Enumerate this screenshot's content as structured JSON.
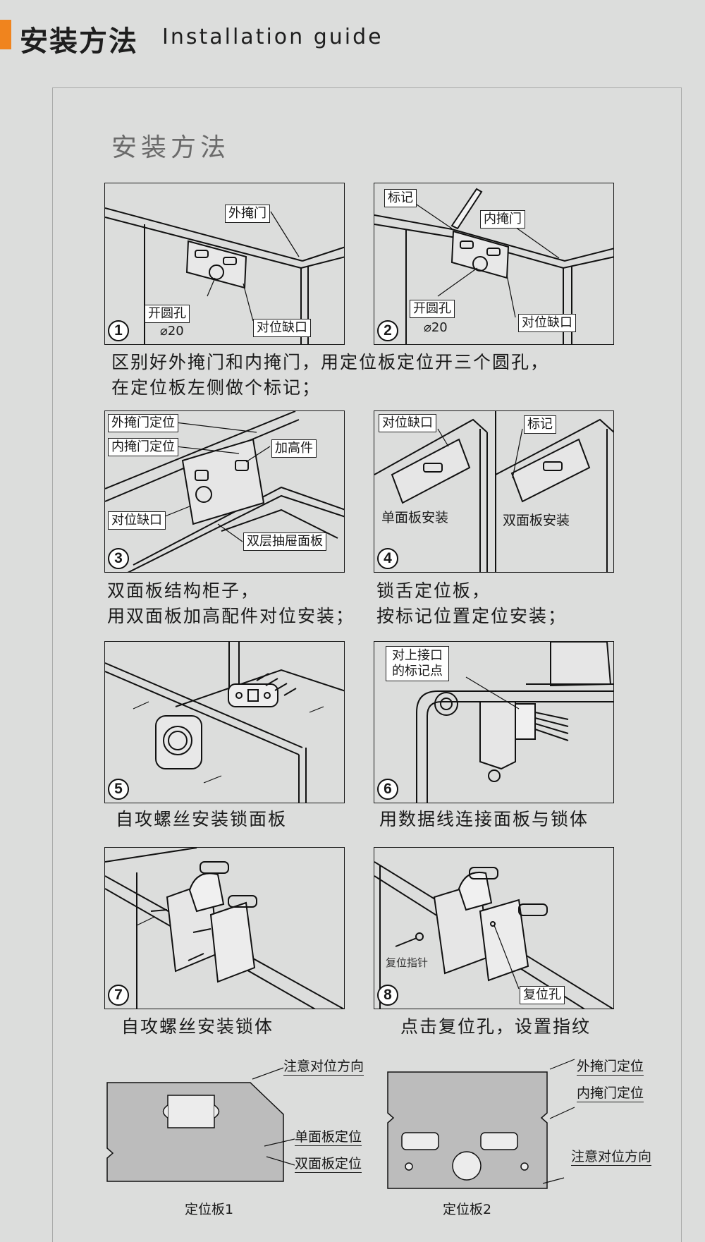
{
  "header": {
    "title_cn": "安装方法",
    "title_en": "Installation guide",
    "accent_color": "#f0841e"
  },
  "section_title": "安装方法",
  "steps": [
    {
      "number": "1",
      "labels": [
        "外掩门",
        "开圆孔",
        "⌀20",
        "对位缺口"
      ]
    },
    {
      "number": "2",
      "labels": [
        "标记",
        "内掩门",
        "开圆孔",
        "⌀20",
        "对位缺口"
      ]
    },
    {
      "number": "3",
      "labels": [
        "外掩门定位",
        "内掩门定位",
        "加高件",
        "对位缺口",
        "双层抽屉面板"
      ]
    },
    {
      "number": "4",
      "labels": [
        "对位缺口",
        "标记",
        "单面板安装",
        "双面板安装"
      ]
    },
    {
      "number": "5",
      "labels": []
    },
    {
      "number": "6",
      "labels": [
        "对上接口",
        "的标记点"
      ]
    },
    {
      "number": "7",
      "labels": []
    },
    {
      "number": "8",
      "labels": [
        "复位指针",
        "复位孔"
      ]
    }
  ],
  "captions": {
    "c12": [
      "区别好外掩门和内掩门，用定位板定位开三个圆孔，",
      "在定位板左侧做个标记；"
    ],
    "c3": [
      "双面板结构柜子，",
      "用双面板加高配件对位安装；"
    ],
    "c4": [
      "锁舌定位板，",
      "按标记位置定位安装；"
    ],
    "c5": "自攻螺丝安装锁面板",
    "c6": "用数据线连接面板与锁体",
    "c7": "自攻螺丝安装锁体",
    "c8": "点击复位孔，设置指纹"
  },
  "plates": {
    "plate1": {
      "name": "定位板1",
      "labels": [
        "注意对位方向",
        "单面板定位",
        "双面板定位"
      ]
    },
    "plate2": {
      "name": "定位板2",
      "labels": [
        "外掩门定位",
        "内掩门定位",
        "注意对位方向"
      ]
    }
  }
}
